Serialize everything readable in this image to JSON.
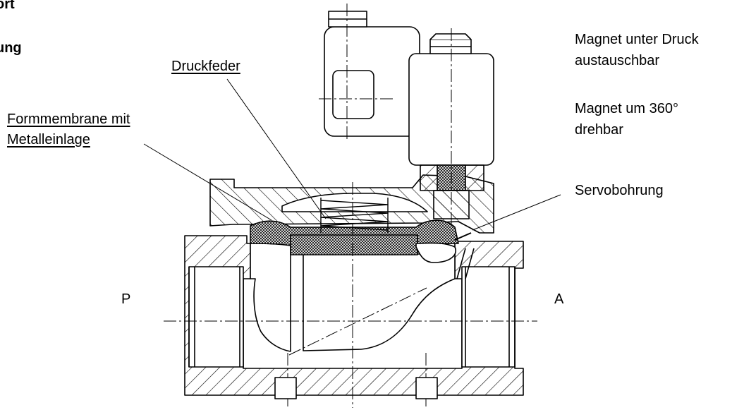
{
  "clipped_text": {
    "top": "ort",
    "second": "ung"
  },
  "labels": {
    "druckfeder": "Druckfeder",
    "formmembrane_line1": "Formmembrane mit",
    "formmembrane_line2": "Metalleinlage",
    "servobohrung": "Servobohrung",
    "magnet_pressure_line1": "Magnet unter Druck",
    "magnet_pressure_line2": "austauschbar",
    "magnet_rotate_line1": "Magnet um 360°",
    "magnet_rotate_line2": "drehbar",
    "port_p": "P",
    "port_a": "A"
  },
  "colors": {
    "ink": "#000000",
    "paper": "#ffffff"
  }
}
